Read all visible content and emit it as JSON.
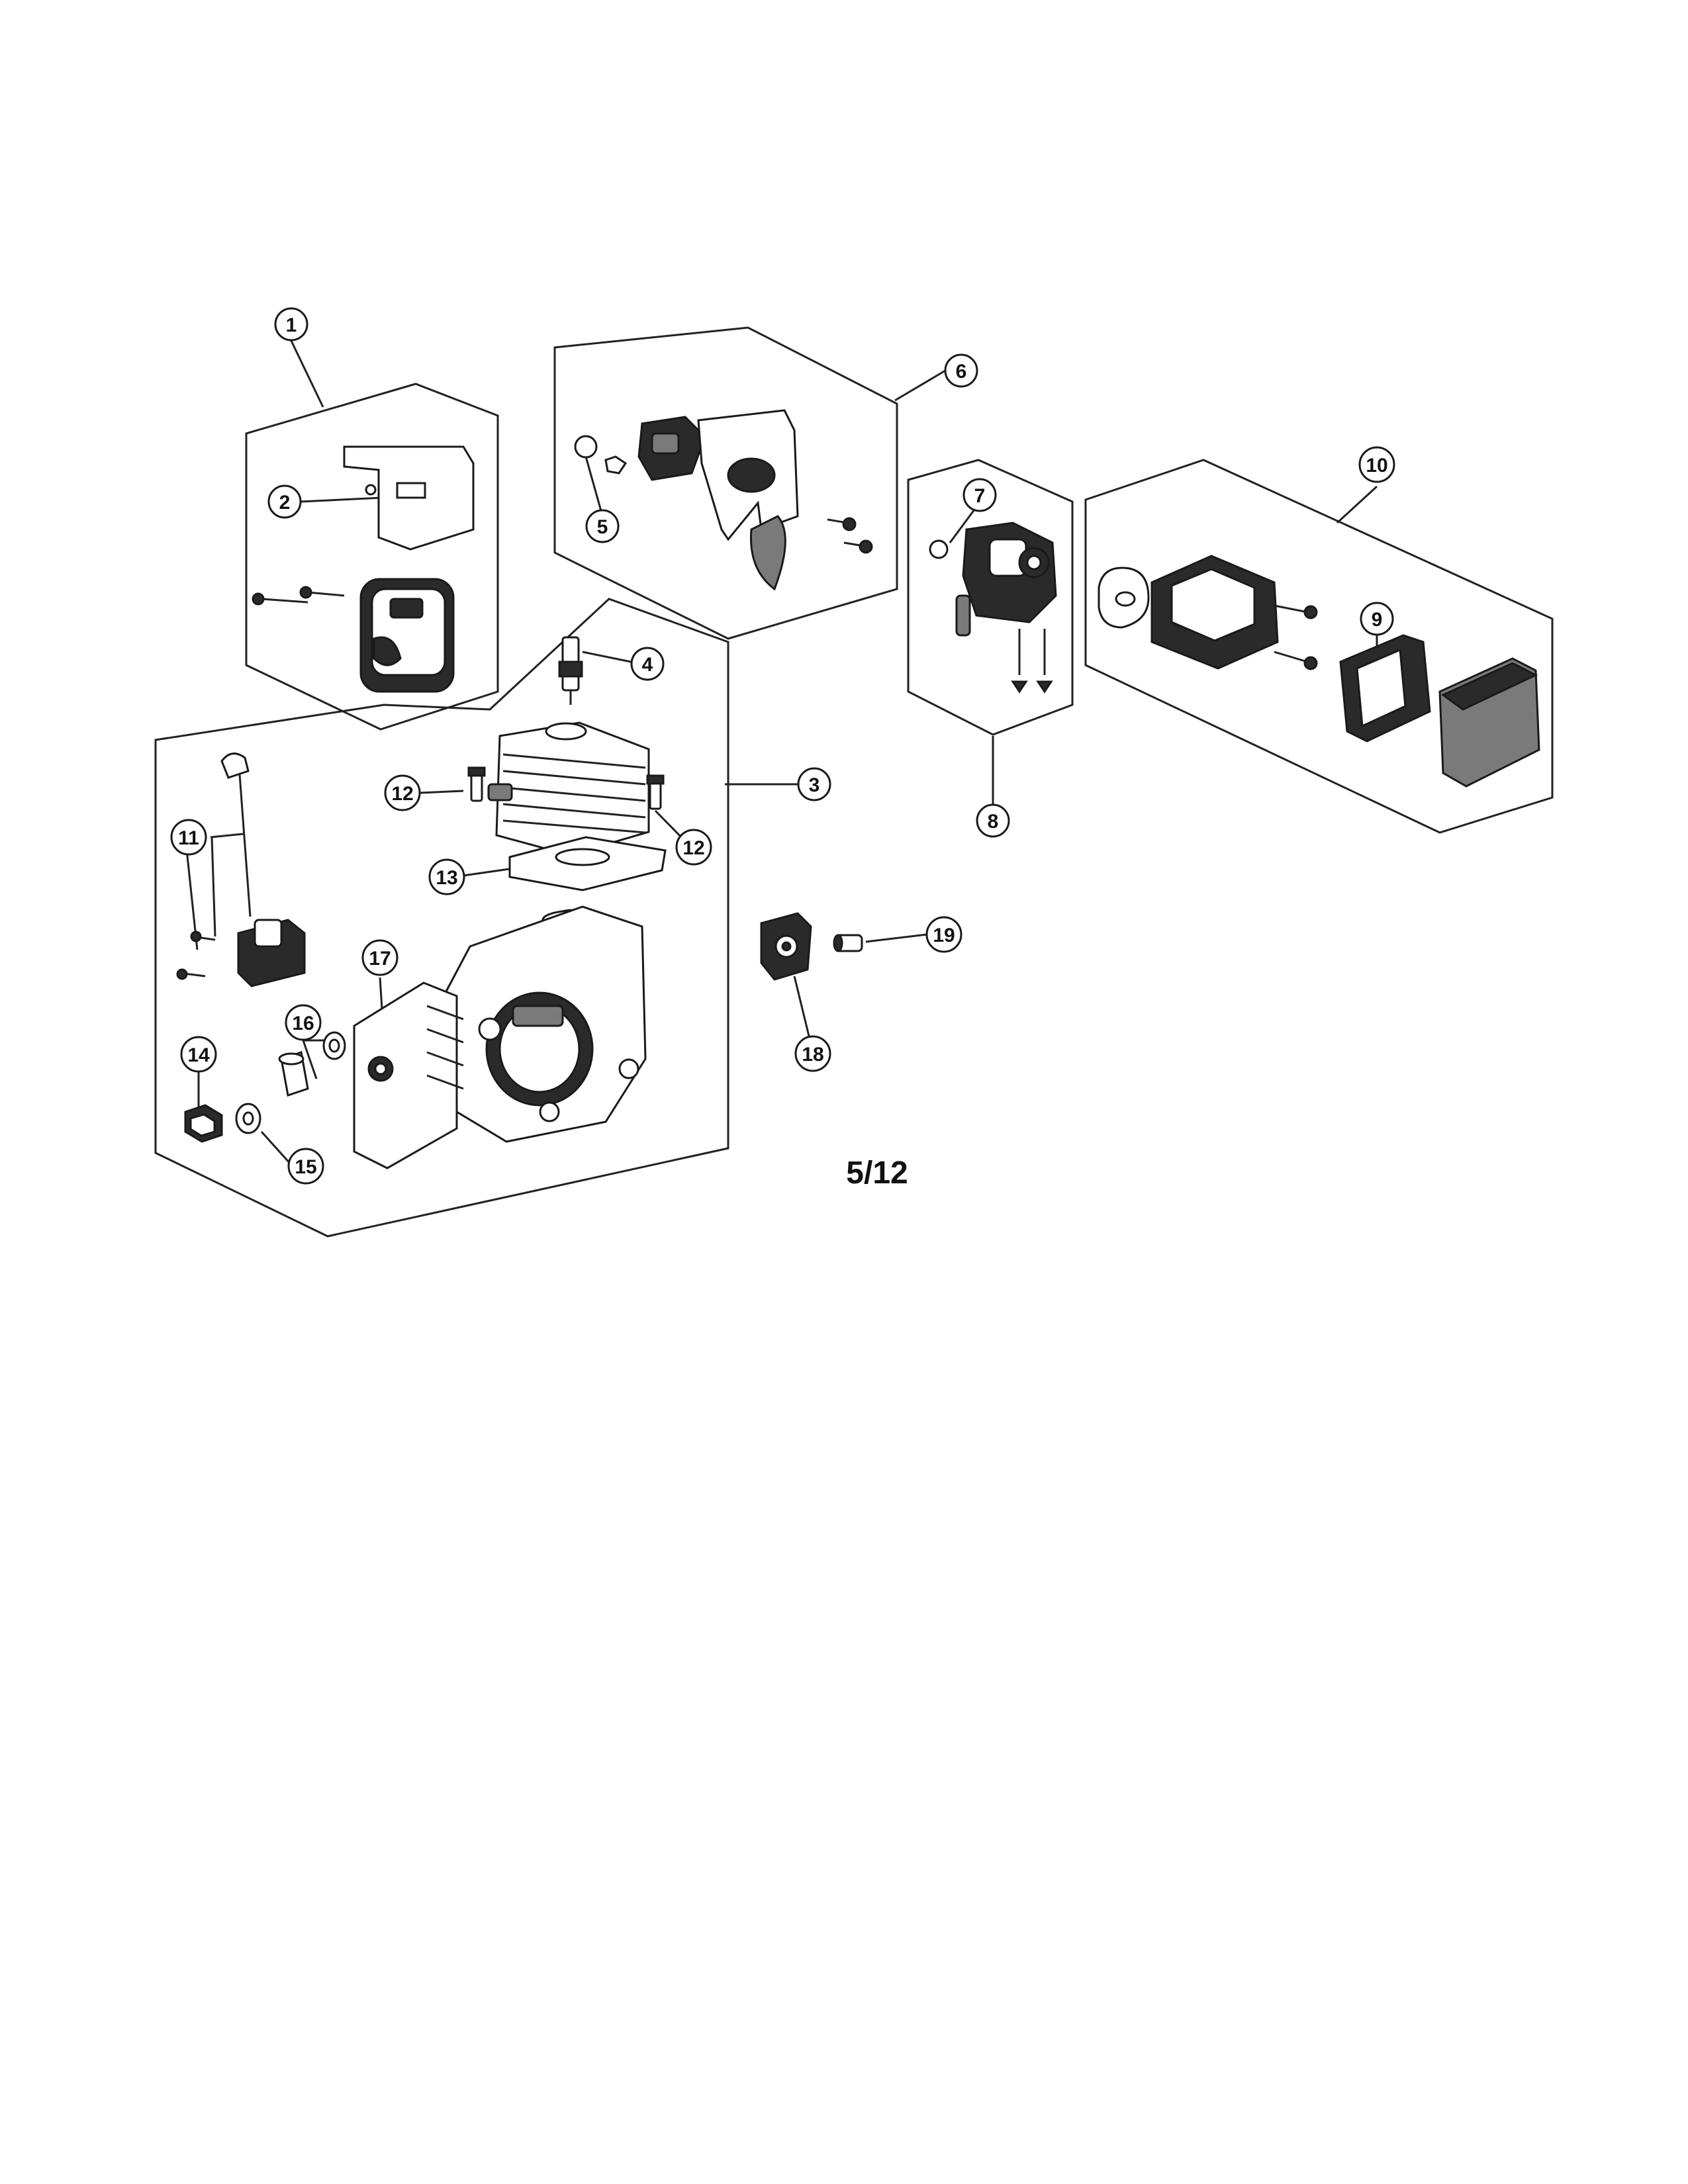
{
  "page": {
    "number": "5/12"
  },
  "callouts": [
    "1",
    "2",
    "3",
    "4",
    "5",
    "6",
    "7",
    "8",
    "9",
    "10",
    "11",
    "12",
    "12",
    "13",
    "14",
    "15",
    "16",
    "17",
    "18",
    "19"
  ],
  "colors": {
    "ink": "#1a1a1a",
    "background": "#ffffff"
  }
}
